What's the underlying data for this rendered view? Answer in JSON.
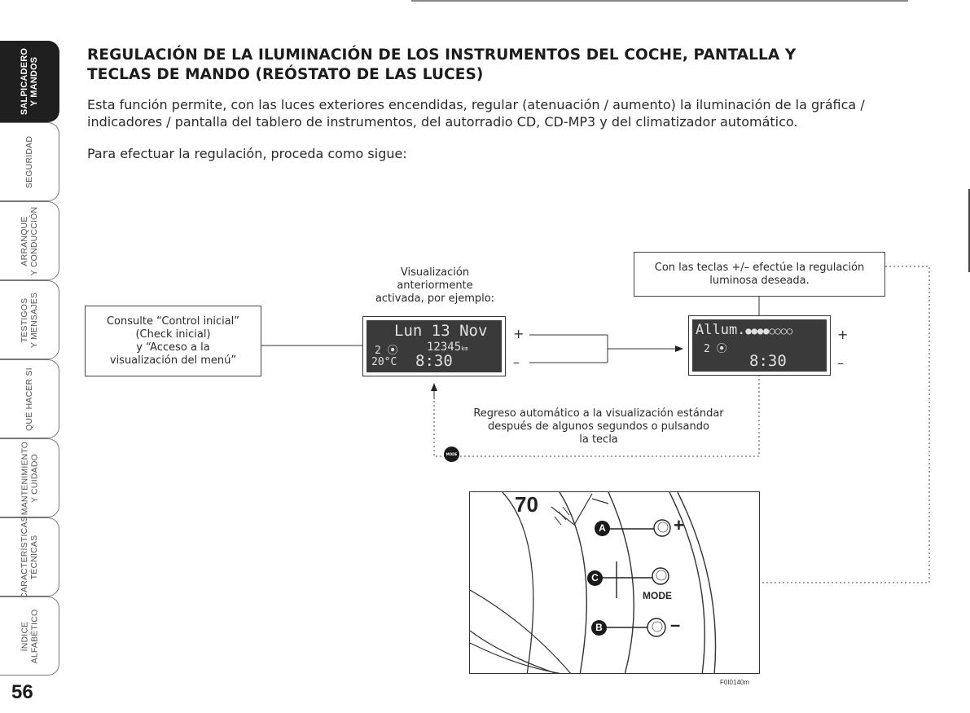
{
  "sidebar": {
    "tabs": [
      {
        "line1": "SALPICADERO",
        "line2": "Y MANDOS",
        "active": true
      },
      {
        "line1": "SEGURIDAD",
        "line2": "",
        "active": false
      },
      {
        "line1": "ARRANQUE",
        "line2": "Y CONDUCCIÓN",
        "active": false
      },
      {
        "line1": "TESTIGOS",
        "line2": "Y MENSAJES",
        "active": false
      },
      {
        "line1": "QUÉ HACER SI",
        "line2": "",
        "active": false
      },
      {
        "line1": "MANTENIMIENTO",
        "line2": "Y CUIDADO",
        "active": false
      },
      {
        "line1": "CARACTERÍSTICAS",
        "line2": "TÉCNICAS",
        "active": false
      },
      {
        "line1": "ÍNDICE",
        "line2": "ALFABÉTICO",
        "active": false
      }
    ],
    "page_number": "56"
  },
  "content": {
    "title_line1": "REGULACIÓN DE LA ILUMINACIÓN DE LOS INSTRUMENTOS DEL COCHE, PANTALLA Y",
    "title_line2": "TECLAS DE MANDO (REÓSTATO DE LAS LUCES)",
    "para1_line1": "Esta función permite, con las luces exteriores encendidas, regular (atenuación / aumento) la iluminación de la gráfica /",
    "para1_line2": "indicadores / pantalla del tablero de instrumentos, del autorradio CD, CD-MP3 y del climatizador automático.",
    "para2": "Para efectuar la regulación, proceda como sigue:"
  },
  "diagram": {
    "consult_box": {
      "line1": "Consulte “Control inicial”",
      "line2": "(Check inicial)",
      "line3": "y “Acceso a la",
      "line4": "visualización del menú”"
    },
    "prev_display_label": {
      "line1": "Visualización",
      "line2": "anteriormente",
      "line3": "activada, por ejemplo:"
    },
    "lcd1": {
      "row1": "Lun 13 Nov",
      "row2_left": "2",
      "row2_right": "12345",
      "row2_unit": "km",
      "row3_left": "20°C",
      "row3_right": "8:30"
    },
    "plus": "+",
    "minus": "–",
    "adjust_box": {
      "line1": "Con las teclas +/– efectúe la regulación",
      "line2": "luminosa deseada."
    },
    "lcd2": {
      "row1": "Allum.",
      "row1_dots": "●●●●○○○○",
      "row2_left": "2",
      "row3_right": "8:30"
    },
    "return_label": {
      "line1": "Regreso automático a la visualización estándar",
      "line2": "después de algunos segundos o pulsando",
      "line3": "la tecla"
    },
    "mode_key": "MODE"
  },
  "illustration": {
    "speed": "70",
    "badge_a": "A",
    "badge_c": "C",
    "badge_b": "B",
    "plus": "+",
    "minus": "–",
    "mode": "MODE",
    "figure_code": "F0I0140m"
  }
}
